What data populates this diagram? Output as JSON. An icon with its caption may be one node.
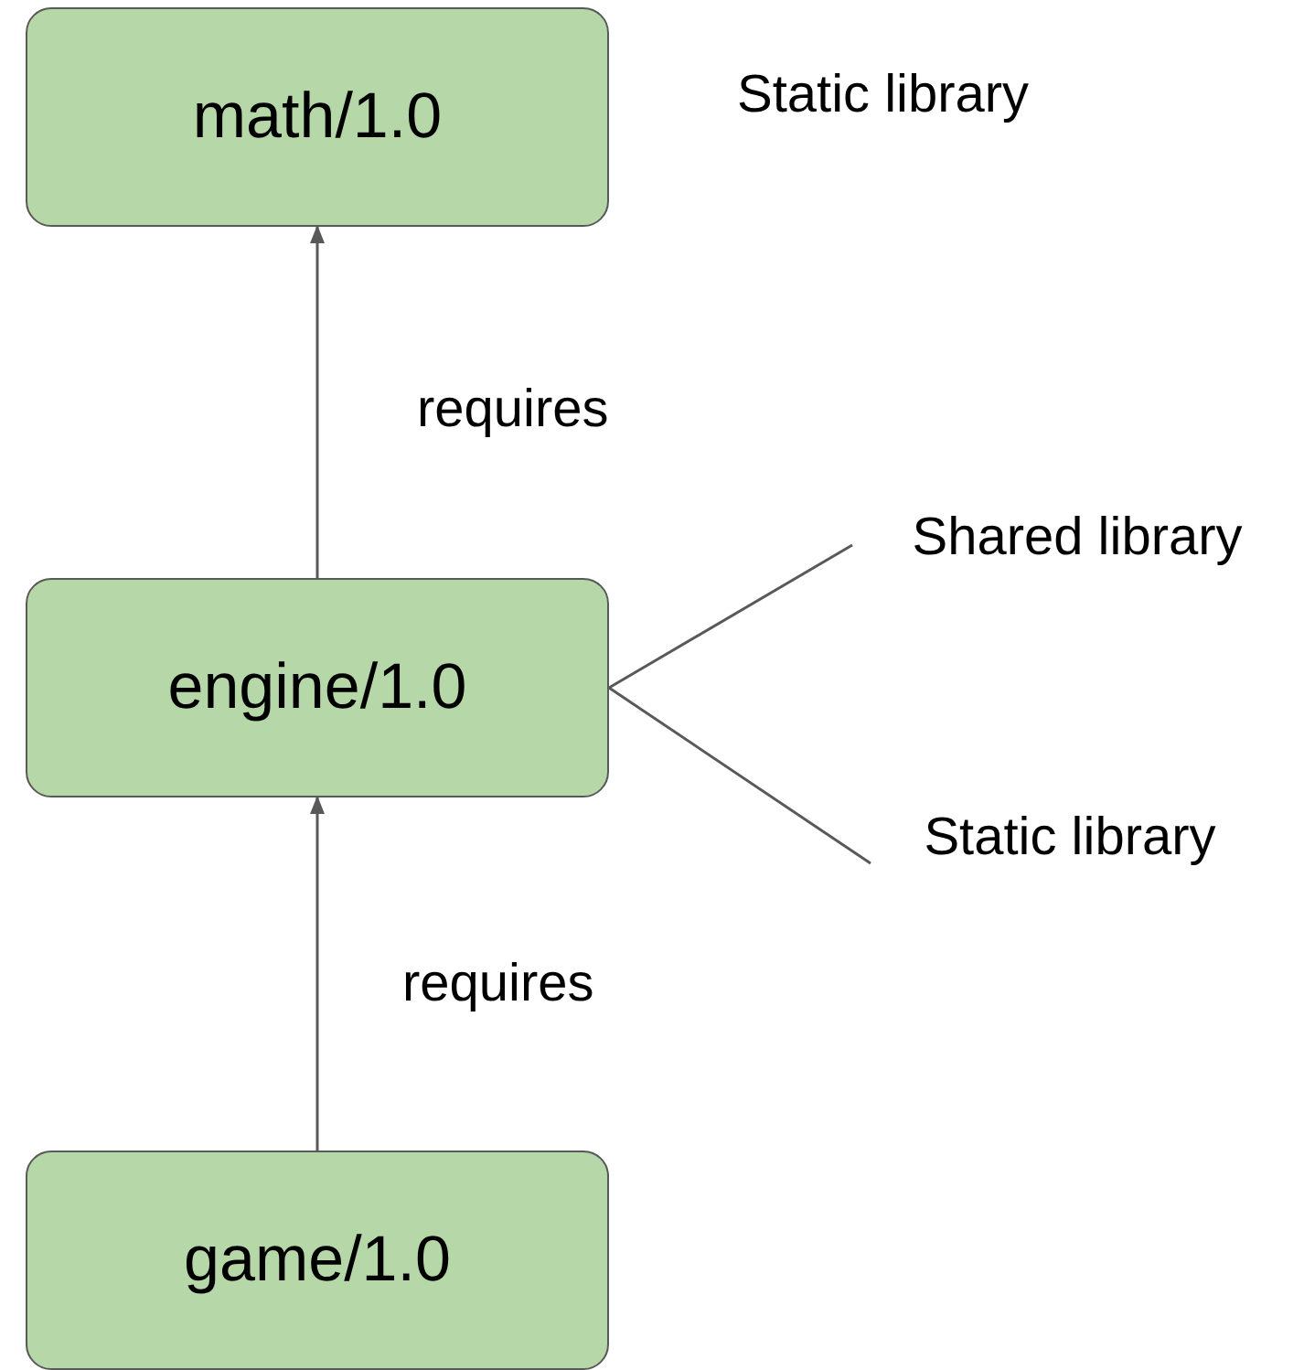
{
  "diagram": {
    "nodes": [
      {
        "text": [
          "math/1.0"
        ]
      },
      {
        "text": [
          "engine/1.0"
        ]
      },
      {
        "text": [
          "game/1.0"
        ]
      },
      {
        "text": [
          "Shared library"
        ]
      },
      {
        "text": [
          "Static library"
        ]
      }
    ],
    "edges": [
      {
        "from": 1,
        "to": 0,
        "arrow": "to",
        "label": "requires"
      },
      {
        "from": 2,
        "to": 1,
        "arrow": "to",
        "label": "requires"
      },
      {
        "from": 1,
        "to": 3,
        "arrow": "none"
      },
      {
        "from": 1,
        "to": 4,
        "arrow": "none"
      }
    ],
    "labels": [
      "Static library"
    ]
  }
}
